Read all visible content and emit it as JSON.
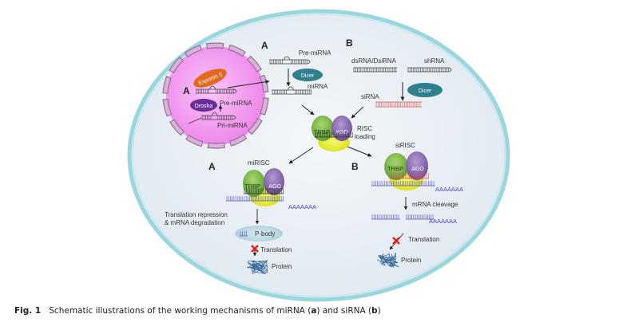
{
  "figure": {
    "caption": {
      "fig_label": "Fig. 1",
      "text_before_a": "Schematic illustrations of the working mechanisms of miRNA (",
      "a": "a",
      "text_between": ") and siRNA (",
      "b": "b",
      "text_after": ")"
    },
    "colors": {
      "cell_fill": "#e6edf4",
      "cell_border": "#8fd0d8",
      "nucleus_fill": "#f29af0",
      "nucleus_envelope": "#b78cb8",
      "exportin": "#e0691d",
      "dicer": "#2f7f8f",
      "drosha": "#6a2e9a",
      "trbp": "#7cbf4a",
      "ago": "#8c6cb2",
      "rna_binding": "#e8ee2a",
      "sirna": "#e05555",
      "mrna": "#5a55c8",
      "block_x": "#e02020"
    },
    "nucleus": {
      "panel": "A",
      "exportin": "Exportin 5",
      "drosha": "Drosha",
      "pre_mirna": "Pre-miRNA",
      "pri_mirna": "Pri-miRNA"
    },
    "mirna_top": {
      "panel": "A",
      "pre_mirna": "Pre-miRNA",
      "dicer": "Dicer",
      "mirna": "miRNA"
    },
    "sirna_top": {
      "panel": "B",
      "dsrna": "dsRNA/DsiRNA",
      "shrna": "shRNA",
      "dicer": "Dicer",
      "sirna": "siRNA"
    },
    "risc_loading": {
      "trbp": "TRBP",
      "ago": "AGO",
      "label_line1": "RISC",
      "label_line2": "loading"
    },
    "mirisc": {
      "panel": "A",
      "title": "miRISC",
      "trbp": "TRBP",
      "ago": "AGO",
      "polya": "AAAAAAA",
      "effect_line1": "Translation repression",
      "effect_line2": "& mRNA degradation",
      "pbody": "P-body",
      "translation": "Translation",
      "protein": "Protein"
    },
    "sirisc": {
      "panel": "B",
      "title": "siRISC",
      "trbp": "TRBP",
      "ago": "AGO",
      "polya": "AAAAAAA",
      "cleavage": "mRNA cleavage",
      "polya2": "AAAAAAA",
      "translation": "Translation",
      "protein": "Protein"
    }
  }
}
